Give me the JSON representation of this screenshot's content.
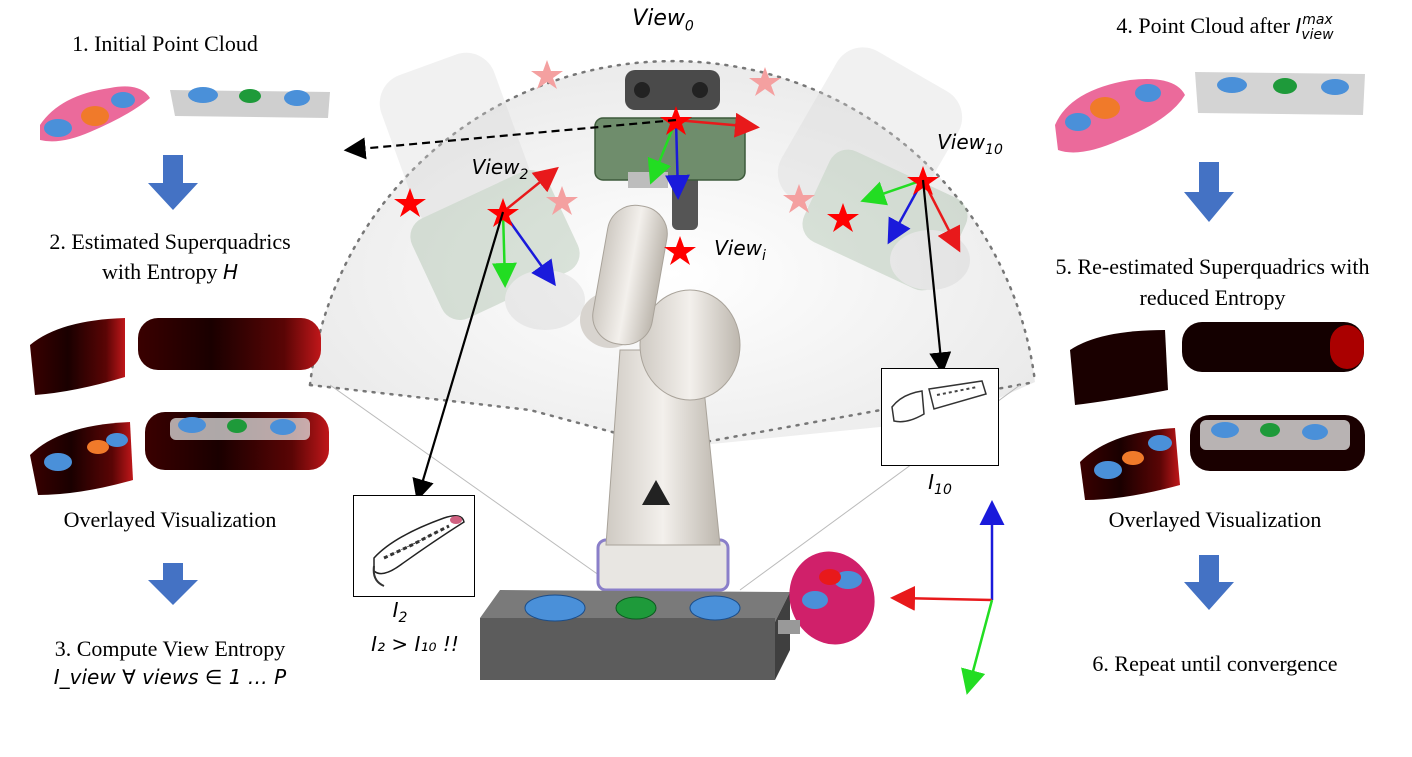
{
  "left_steps": {
    "step1": "1. Initial Point Cloud",
    "step2_line1": "2. Estimated Superquadrics",
    "step2_line2": "with Entropy ",
    "step2_symbol": "H",
    "overlay": "Overlayed Visualization",
    "step3_line1": "3. Compute View Entropy",
    "step3_line2": "I_view ∀ views ∈ 1 … P"
  },
  "right_steps": {
    "step4_prefix": "4. Point Cloud after ",
    "step4_symbol": "I",
    "step4_sub": "view",
    "step4_sup": "max",
    "step5_line1": "5. Re-estimated Superquadrics with",
    "step5_line2": "reduced Entropy",
    "overlay": "Overlayed Visualization",
    "step6": "6. Repeat until convergence"
  },
  "views": {
    "view0": "View",
    "view0_sub": "0",
    "view2": "View",
    "view2_sub": "2",
    "viewi": "View",
    "viewi_sub": "i",
    "view10": "View",
    "view10_sub": "10"
  },
  "images": {
    "i2": "I",
    "i2_sub": "2",
    "i10": "I",
    "i10_sub": "10",
    "compare": "I₂ > I₁₀ !!"
  },
  "colors": {
    "arrow_blue": "#4472c4",
    "star_red": "#ff0000",
    "star_faded": "#f4a0a0",
    "axis_red": "#e8191b",
    "axis_green": "#22dd22",
    "axis_blue": "#1a1adb",
    "sq_dark": "#2b0000",
    "sq_red": "#c0171a",
    "pc_pink": "#e8508a",
    "pc_grey": "#cfcfcf",
    "btn_blue": "#4a90d9",
    "btn_green": "#1e9a3a",
    "btn_orange": "#f07a2a",
    "box_dark": "#555555",
    "magenta": "#d0206a"
  }
}
